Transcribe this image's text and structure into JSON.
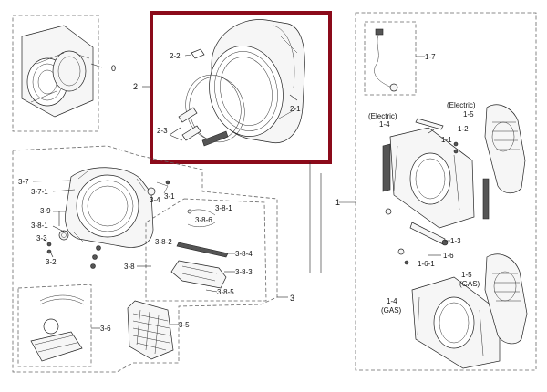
{
  "colors": {
    "highlight": "#8b0a1a",
    "line": "#222222",
    "dashed_box": "#666666",
    "background": "#ffffff"
  },
  "labels": {
    "l0": "0",
    "l2": "2",
    "l2_1": "2-1",
    "l2_2": "2-2",
    "l2_3": "2-3",
    "l3": "3",
    "l3_1": "3-1",
    "l3_2": "3-2",
    "l3_3": "3-3",
    "l3_4": "3-4",
    "l3_5": "3-5",
    "l3_6": "3-6",
    "l3_7": "3-7",
    "l3_7_1": "3-7-1",
    "l3_8": "3-8",
    "l3_8_1": "3-8-1",
    "l3_8_2": "3-8-2",
    "l3_8_3": "3-8-3",
    "l3_8_4": "3-8-4",
    "l3_8_5": "3-8-5",
    "l3_8_6": "3-8-6",
    "l3_9": "3-9",
    "l3_9_8_1": "3-8-1",
    "l1": "1",
    "l1_1": "1-1",
    "l1_2": "1-2",
    "l1_3": "1-3",
    "l1_4": "1-4",
    "l1_4g": "1-4",
    "l1_5": "1-5",
    "l1_5g": "1-5",
    "l1_6": "1-6",
    "l1_6_1": "1-6-1",
    "l1_7": "1-7",
    "electric_a": "(Electric)",
    "electric_b": "(Electric)",
    "gas_a": "(GAS)",
    "gas_b": "(GAS)"
  }
}
